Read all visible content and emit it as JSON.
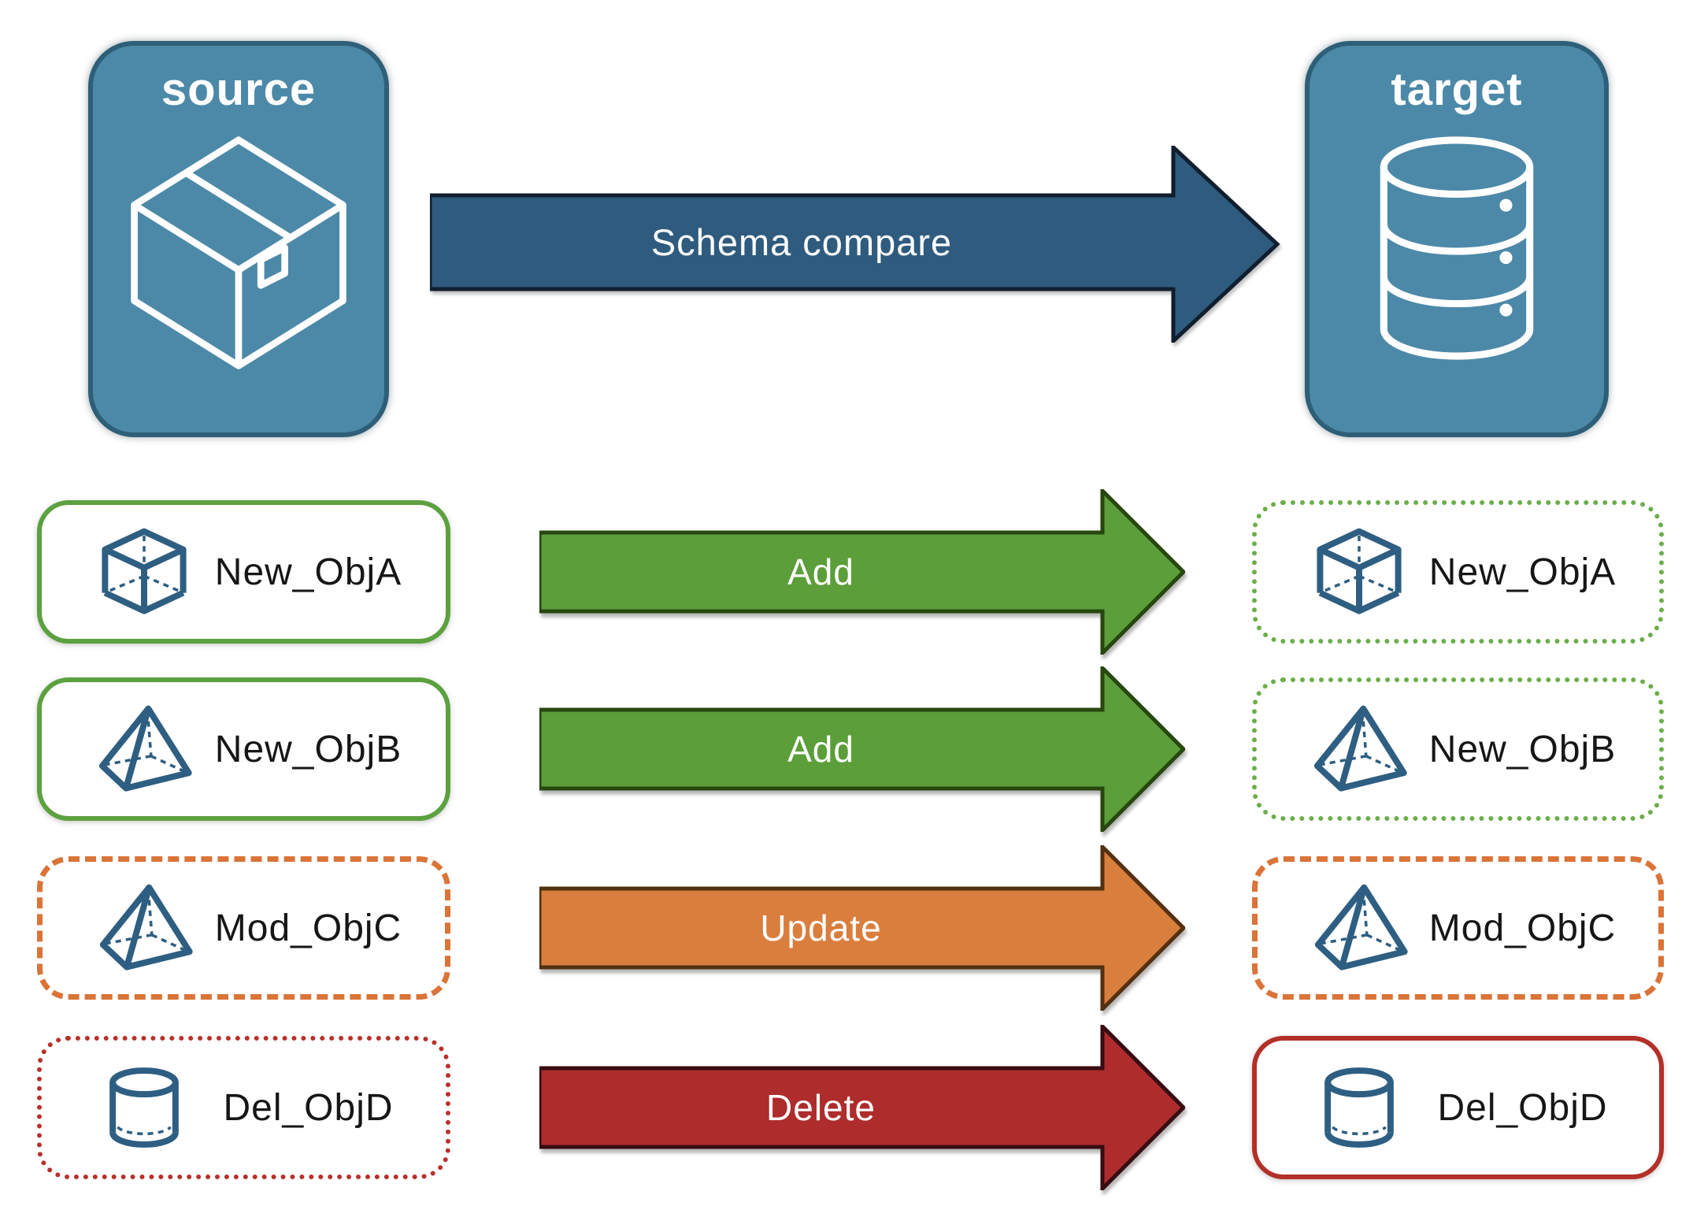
{
  "source_panel": {
    "label": "source",
    "icon": "package-icon"
  },
  "target_panel": {
    "label": "target",
    "icon": "database-icon"
  },
  "compare_arrow": {
    "label": "Schema compare"
  },
  "rows": [
    {
      "object": "New_ObjA",
      "icon": "cube-icon",
      "action": "Add",
      "source_border": "green-solid",
      "target_border": "green-dotted"
    },
    {
      "object": "New_ObjB",
      "icon": "pyramid-icon",
      "action": "Add",
      "source_border": "green-solid",
      "target_border": "green-dotted"
    },
    {
      "object": "Mod_ObjC",
      "icon": "pyramid-icon",
      "action": "Update",
      "source_border": "orange-dashed",
      "target_border": "orange-dashed"
    },
    {
      "object": "Del_ObjD",
      "icon": "cylinder-icon",
      "action": "Delete",
      "source_border": "red-dotted",
      "target_border": "red-solid"
    }
  ],
  "palette": {
    "node_fill": "#4C89A8",
    "node_border": "#2D5F78",
    "compare_arrow_fill": "#2E5B7E",
    "compare_arrow_outline": "#101E2E",
    "add_arrow_fill": "#5B9E3A",
    "add_arrow_outline": "#27470F",
    "update_arrow_fill": "#DA7E3E",
    "update_arrow_outline": "#53300F",
    "delete_arrow_fill": "#AE2C2C",
    "delete_arrow_outline": "#370C12",
    "green_border": "#5CA13F",
    "orange_border": "#DA7438",
    "red_border": "#B23028",
    "object_icon_color": "#2E5F82"
  }
}
